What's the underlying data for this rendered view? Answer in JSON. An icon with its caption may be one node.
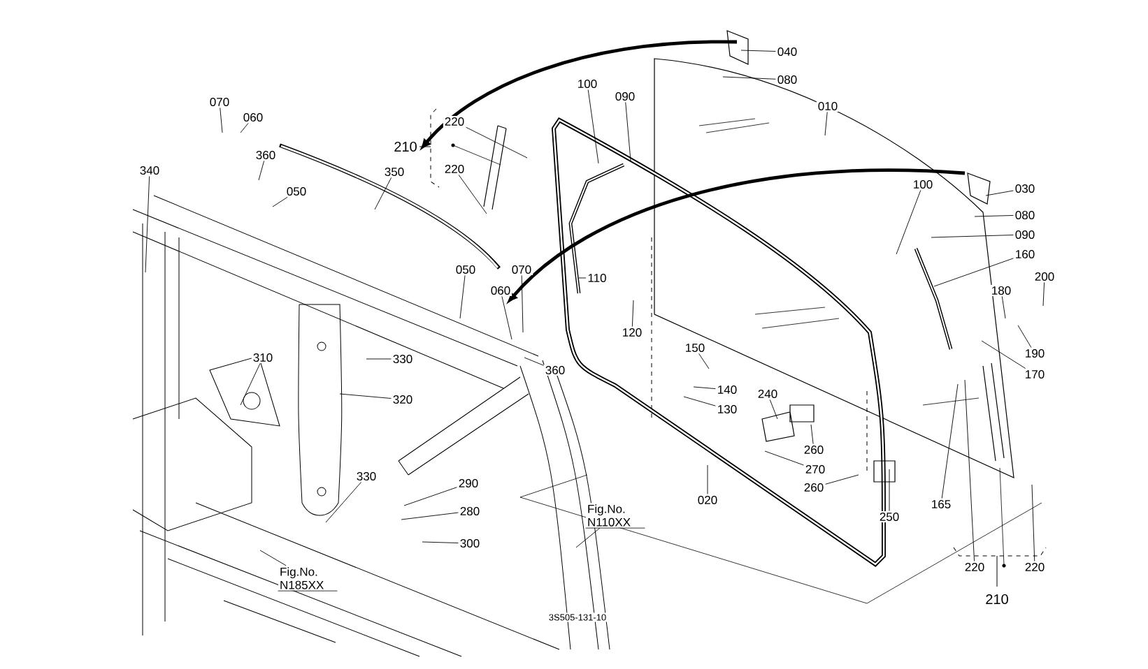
{
  "diagram": {
    "nodes": [
      {
        "text": [
          "070"
        ]
      },
      {
        "text": [
          "060"
        ]
      },
      {
        "text": [
          "360"
        ]
      },
      {
        "text": [
          "340"
        ]
      },
      {
        "text": [
          "050"
        ]
      },
      {
        "text": [
          "350"
        ]
      },
      {
        "text": [
          "100"
        ]
      },
      {
        "text": [
          "090"
        ]
      },
      {
        "text": [
          "040"
        ]
      },
      {
        "text": [
          "080"
        ]
      },
      {
        "text": [
          "010"
        ]
      },
      {
        "text": [
          "100"
        ]
      },
      {
        "text": [
          "030"
        ]
      },
      {
        "text": [
          "080"
        ]
      },
      {
        "text": [
          "090"
        ]
      },
      {
        "text": [
          "160"
        ]
      },
      {
        "text": [
          "200"
        ]
      },
      {
        "text": [
          "180"
        ]
      },
      {
        "text": [
          "050"
        ]
      },
      {
        "text": [
          "070"
        ]
      },
      {
        "text": [
          "060"
        ]
      },
      {
        "text": [
          "110"
        ]
      },
      {
        "text": [
          "120"
        ]
      },
      {
        "text": [
          "190"
        ]
      },
      {
        "text": [
          "330"
        ]
      },
      {
        "text": [
          "310"
        ]
      },
      {
        "text": [
          "360"
        ]
      },
      {
        "text": [
          "170"
        ]
      },
      {
        "text": [
          "150"
        ]
      },
      {
        "text": [
          "140"
        ]
      },
      {
        "text": [
          "130"
        ]
      },
      {
        "text": [
          "240"
        ]
      },
      {
        "text": [
          "320"
        ]
      },
      {
        "text": [
          "260"
        ]
      },
      {
        "text": [
          "270"
        ]
      },
      {
        "text": [
          "330"
        ]
      },
      {
        "text": [
          "290"
        ]
      },
      {
        "text": [
          "260"
        ]
      },
      {
        "text": [
          "020"
        ]
      },
      {
        "text": [
          "Fig.No. N110XX"
        ]
      },
      {
        "text": [
          "280"
        ]
      },
      {
        "text": [
          "165"
        ]
      },
      {
        "text": [
          "250"
        ]
      },
      {
        "text": [
          "300"
        ]
      },
      {
        "text": [
          "220"
        ]
      },
      {
        "text": [
          "220"
        ]
      },
      {
        "text": [
          "Fig.No. N185XX"
        ]
      },
      {
        "text": [
          "220"
        ]
      },
      {
        "text": [
          "220"
        ]
      }
    ],
    "edges": [
      {
        "from": 0,
        "to": null,
        "arrow": "none"
      },
      {
        "from": 1,
        "to": null,
        "arrow": "none"
      },
      {
        "from": 2,
        "to": null,
        "arrow": "none"
      },
      {
        "from": 3,
        "to": null,
        "arrow": "none"
      },
      {
        "from": 4,
        "to": null,
        "arrow": "none"
      },
      {
        "from": 5,
        "to": null,
        "arrow": "none"
      },
      {
        "from": 6,
        "to": null,
        "arrow": "none"
      },
      {
        "from": 7,
        "to": null,
        "arrow": "none"
      },
      {
        "from": 8,
        "to": null,
        "arrow": "none"
      },
      {
        "from": 9,
        "to": null,
        "arrow": "none"
      },
      {
        "from": 10,
        "to": null,
        "arrow": "none"
      },
      {
        "from": 11,
        "to": null,
        "arrow": "none"
      },
      {
        "from": 12,
        "to": null,
        "arrow": "none"
      },
      {
        "from": 13,
        "to": null,
        "arrow": "none"
      },
      {
        "from": 14,
        "to": null,
        "arrow": "none"
      },
      {
        "from": 15,
        "to": null,
        "arrow": "none"
      },
      {
        "from": 16,
        "to": null,
        "arrow": "none"
      },
      {
        "from": 17,
        "to": null,
        "arrow": "none"
      },
      {
        "from": 18,
        "to": null,
        "arrow": "none"
      },
      {
        "from": 19,
        "to": null,
        "arrow": "none"
      },
      {
        "from": 20,
        "to": null,
        "arrow": "none"
      },
      {
        "from": 21,
        "to": null,
        "arrow": "none"
      },
      {
        "from": 22,
        "to": null,
        "arrow": "none"
      },
      {
        "from": 23,
        "to": null,
        "arrow": "none"
      },
      {
        "from": 24,
        "to": null,
        "arrow": "none"
      },
      {
        "from": 25,
        "to": null,
        "arrow": "none"
      },
      {
        "from": 26,
        "to": null,
        "arrow": "none"
      },
      {
        "from": 27,
        "to": null,
        "arrow": "none"
      },
      {
        "from": 28,
        "to": null,
        "arrow": "none"
      },
      {
        "from": 29,
        "to": null,
        "arrow": "none"
      },
      {
        "from": 30,
        "to": null,
        "arrow": "none"
      },
      {
        "from": 31,
        "to": null,
        "arrow": "none"
      },
      {
        "from": 32,
        "to": null,
        "arrow": "none"
      },
      {
        "from": 33,
        "to": null,
        "arrow": "none"
      },
      {
        "from": 34,
        "to": null,
        "arrow": "none"
      },
      {
        "from": 35,
        "to": null,
        "arrow": "none"
      },
      {
        "from": 36,
        "to": null,
        "arrow": "none"
      },
      {
        "from": 37,
        "to": null,
        "arrow": "none"
      },
      {
        "from": 38,
        "to": null,
        "arrow": "none"
      },
      {
        "from": 39,
        "to": null,
        "arrow": "none"
      },
      {
        "from": 40,
        "to": null,
        "arrow": "none"
      },
      {
        "from": 41,
        "to": null,
        "arrow": "none"
      },
      {
        "from": 42,
        "to": null,
        "arrow": "none"
      },
      {
        "from": 43,
        "to": null,
        "arrow": "none"
      },
      {
        "from": 44,
        "to": null,
        "arrow": "none"
      },
      {
        "from": 45,
        "to": null,
        "arrow": "none"
      },
      {
        "from": 46,
        "to": null,
        "arrow": "none"
      },
      {
        "from": 47,
        "to": null,
        "arrow": "none"
      },
      {
        "from": 48,
        "to": null,
        "arrow": "none"
      }
    ],
    "labels": [
      "210",
      "210",
      "3S505-131-10"
    ]
  }
}
